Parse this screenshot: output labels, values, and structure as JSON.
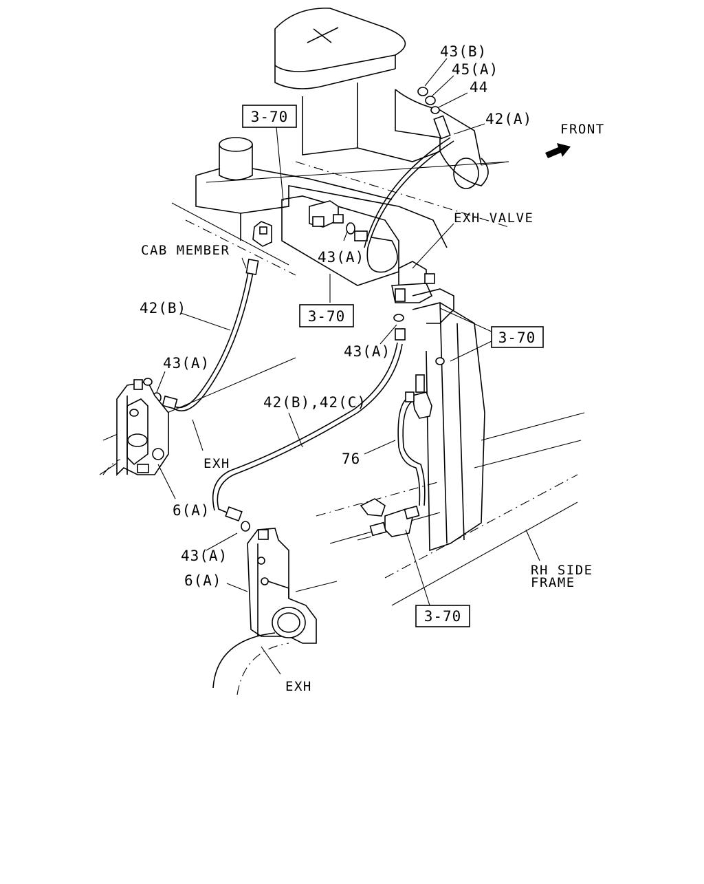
{
  "diagram": {
    "labels": {
      "p43b": "43(B)",
      "p45a": "45(A)",
      "p44": "44",
      "p42a": "42(A)",
      "front": "FRONT",
      "exh_valve": "EXH VALVE",
      "cab_member": "CAB MEMBER",
      "p43a_top": "43(A)",
      "p42b": "42(B)",
      "p43a_mid": "43(A)",
      "p43a_left": "43(A)",
      "p42bc": "42(B),42(C)",
      "exh_left": "EXH",
      "p76": "76",
      "p6a_left": "6(A)",
      "p43a_bottom": "43(A)",
      "p6a_bottom": "6(A)",
      "rh_side": "RH SIDE",
      "frame": "FRAME",
      "exh_bottom": "EXH"
    },
    "refs": {
      "ref1": "3-70",
      "ref2": "3-70",
      "ref3": "3-70",
      "ref4": "3-70"
    },
    "icons": {
      "front_arrow": "arrow-right-icon"
    }
  }
}
